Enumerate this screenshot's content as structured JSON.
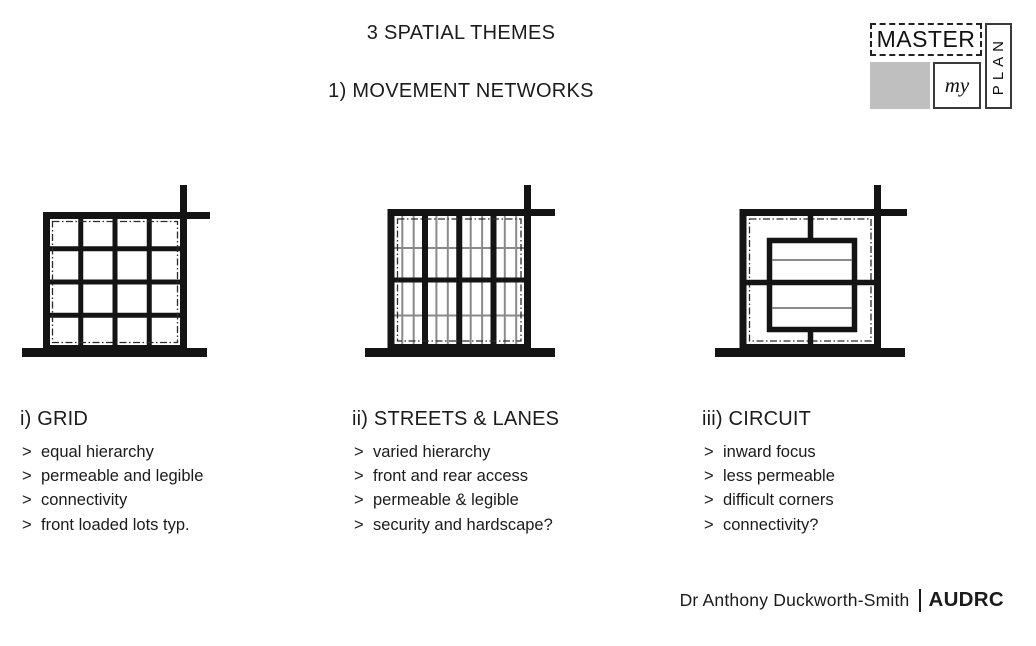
{
  "slide": {
    "title": "3 SPATIAL THEMES",
    "subtitle": "1) MOVEMENT NETWORKS"
  },
  "logo": {
    "master": "MASTER",
    "my": "my",
    "plan": "PLAN",
    "gray_swatch": "#bfbfbf"
  },
  "columns": [
    {
      "heading": "i) GRID",
      "marker": ">",
      "bullets": [
        "equal hierarchy",
        "permeable and legible",
        "connectivity",
        "front loaded lots typ."
      ]
    },
    {
      "heading": "ii) STREETS & LANES",
      "marker": ">",
      "bullets": [
        "varied hierarchy",
        "front and rear access",
        "permeable & legible",
        "security and hardscape?"
      ]
    },
    {
      "heading": "iii) CIRCUIT",
      "marker": ">",
      "bullets": [
        "inward focus",
        "less permeable",
        "difficult corners",
        "connectivity?"
      ]
    }
  ],
  "diagrams": [
    "grid",
    "streets-and-lanes",
    "circuit"
  ],
  "footer": {
    "author": "Dr Anthony Duckworth-Smith",
    "org": "AUDRC"
  },
  "colors": {
    "ink": "#141414",
    "thin_line_gray": "#8a8a8a",
    "logo_gray": "#bfbfbf"
  }
}
